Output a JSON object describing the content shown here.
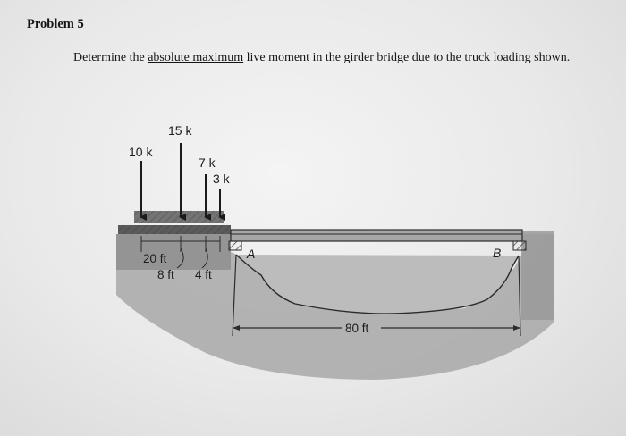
{
  "problem": {
    "heading": "Problem 5",
    "statement": {
      "part1": "Determine the ",
      "underlined": "absolute maximum",
      "part2": " live moment in the girder bridge due to the truck loading shown."
    }
  },
  "figure": {
    "loads": [
      {
        "label": "15 k"
      },
      {
        "label": "10 k"
      },
      {
        "label": "7 k"
      },
      {
        "label": "3 k"
      }
    ],
    "spacings": [
      {
        "label": "20 ft"
      },
      {
        "label": "8 ft"
      },
      {
        "label": "4 ft"
      }
    ],
    "supports": [
      {
        "label": "A"
      },
      {
        "label": "B"
      }
    ],
    "span": {
      "label": "80 ft"
    }
  }
}
